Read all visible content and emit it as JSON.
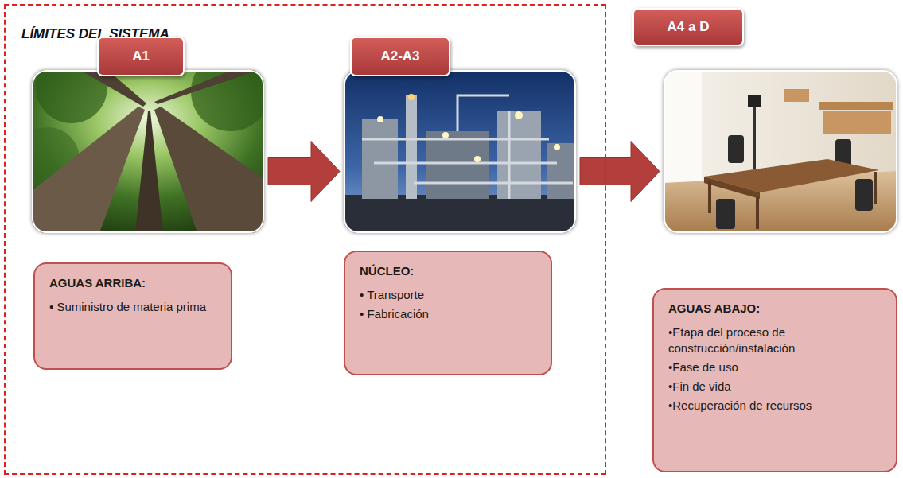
{
  "diagram": {
    "nodes": [
      {
        "text": [
          "LÍMITES DEL SISTEMA"
        ]
      },
      {
        "text": [
          "A1"
        ],
        "in": 0
      },
      {
        "text": [
          "AGUAS ARRIBA:",
          "• Suministro de materia prima"
        ],
        "in": 0
      },
      {
        "text": [
          "A2-A3"
        ],
        "in": 0
      },
      {
        "text": [
          "NÚCLEO:",
          "• Transporte",
          "• Fabricación"
        ],
        "in": 0
      },
      {
        "text": [
          "A4 a D"
        ]
      },
      {
        "text": [
          "AGUAS ABAJO:",
          "•Etapa del proceso de construcción/instalación",
          "•Fase de uso",
          "•Fin de vida",
          "•Recuperación de recursos"
        ]
      }
    ],
    "edges": [
      {
        "from": 1,
        "to": 3,
        "arrow": "to"
      },
      {
        "from": 3,
        "to": 5,
        "arrow": "to"
      }
    ]
  }
}
